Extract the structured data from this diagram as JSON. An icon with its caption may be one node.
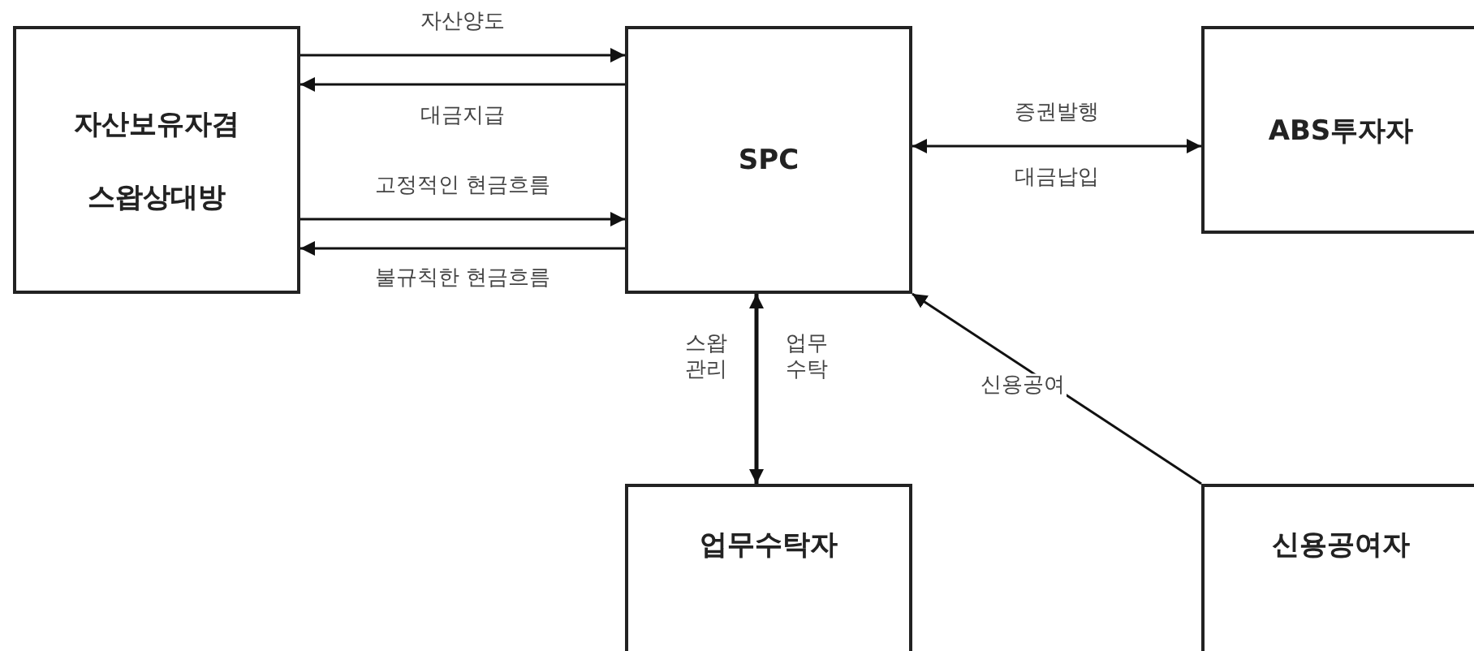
{
  "diagram": {
    "nodes": [
      {
        "text": [
          "자산보유자겸",
          "스왑상대방"
        ]
      },
      {
        "text": [
          "SPC"
        ]
      },
      {
        "text": [
          "ABS투자자"
        ]
      },
      {
        "text": [
          "업무수탁자"
        ]
      },
      {
        "text": [
          "신용공여자"
        ]
      }
    ],
    "edges": [
      {
        "from": 0,
        "to": 1,
        "arrow": "to",
        "label": "자산양도"
      },
      {
        "from": 1,
        "to": 0,
        "arrow": "to",
        "label": "대금지급"
      },
      {
        "from": 0,
        "to": 1,
        "arrow": "to",
        "label": "고정적인 현금흐름"
      },
      {
        "from": 1,
        "to": 0,
        "arrow": "to",
        "label": "불규칙한 현금흐름"
      },
      {
        "from": 1,
        "to": 2,
        "arrow": "both",
        "label": "증권발행"
      },
      {
        "from": 1,
        "to": 3,
        "arrow": "both",
        "label": "업무 수탁"
      },
      {
        "from": 4,
        "to": 1,
        "arrow": "to",
        "label": "신용공여"
      }
    ],
    "labels": [
      "대금납입",
      "스왑 관리"
    ]
  }
}
